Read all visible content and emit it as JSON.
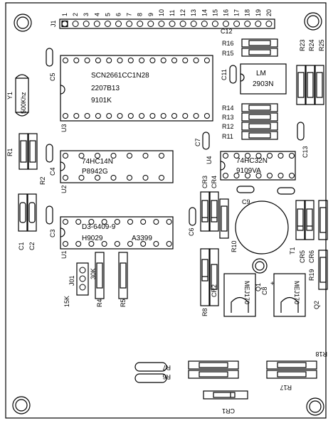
{
  "board": {
    "header": {
      "name": "J1",
      "pins": [
        "1",
        "2",
        "3",
        "4",
        "5",
        "6",
        "7",
        "8",
        "9",
        "10",
        "11",
        "12",
        "13",
        "14",
        "15",
        "16",
        "17",
        "18",
        "19",
        "20"
      ]
    },
    "chips": {
      "u3": {
        "ref": "U3",
        "line1": "SCN2661CC1N28",
        "line2": "2207B13",
        "line3": "9101K"
      },
      "u2": {
        "ref": "U2",
        "line1": "74HC14N",
        "line2": "P8942G"
      },
      "u1": {
        "ref": "U1",
        "line1": "D3-6409-9",
        "line2": "H9029",
        "line3": "A3399"
      },
      "lm": {
        "line1": "LM",
        "line2": "2903N"
      },
      "u4": {
        "ref": "U4",
        "line1": "74HC32N",
        "line2": "9109VA"
      }
    },
    "crystal": {
      "ref": "Y1",
      "value": "500Khz"
    },
    "transistors": {
      "q1": {
        "ref": "Q1",
        "marking": "MEJ170"
      },
      "q2": {
        "ref": "Q2",
        "marking": "MEJ170"
      }
    },
    "jumper": {
      "ref": "J01",
      "opt_a": "30K",
      "opt_b": "15K"
    },
    "labels": {
      "c1": "C1",
      "c2": "C2",
      "c3": "C3",
      "c4": "C4",
      "c5": "C5",
      "c6": "C6",
      "c7": "C7",
      "c8": "C8",
      "c9": "C9",
      "c11": "C11",
      "c12": "C12",
      "c13": "C13",
      "r1": "R1",
      "r2": "R2",
      "r4": "R4",
      "r5": "R5",
      "r6": "R6",
      "r7": "R7",
      "r8": "R8",
      "r10": "R10",
      "r11": "R11",
      "r12": "R12",
      "r13": "R13",
      "r14": "R14",
      "r15": "R15",
      "r16": "R16",
      "r17": "R17",
      "r18": "R18",
      "r19": "R19",
      "r23": "R23",
      "r24": "R24",
      "r25": "R25",
      "cr1": "CR1",
      "cr2": "CR2",
      "cr3": "CR3",
      "cr4": "CR4",
      "cr5": "CR5",
      "cr6": "CR6",
      "t1": "T1",
      "plus": "+"
    }
  }
}
